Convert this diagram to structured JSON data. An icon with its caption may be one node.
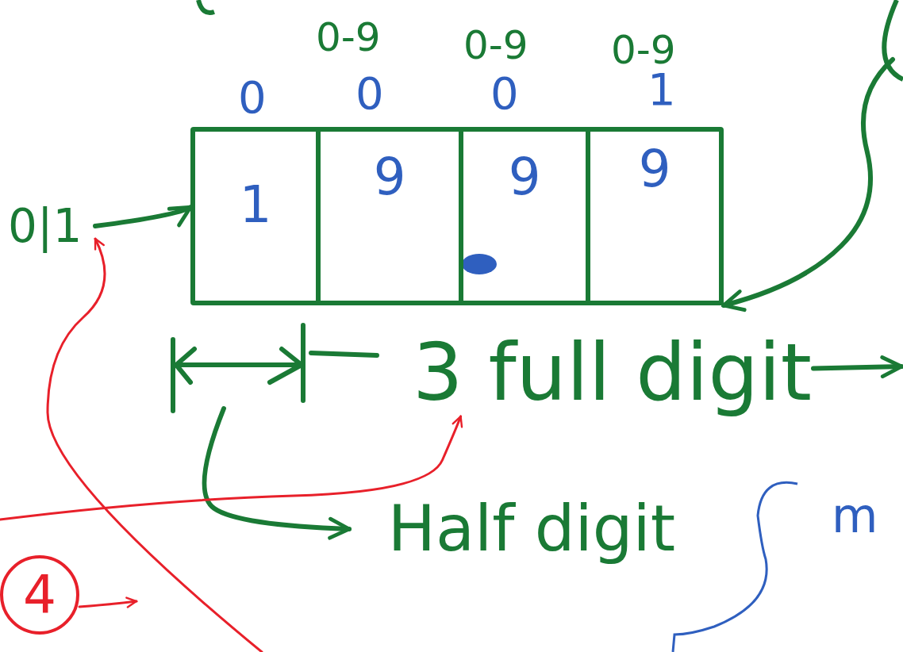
{
  "diagram": {
    "nodes": [
      {
        "text": [
          "0|1"
        ]
      },
      {
        "text": [],
        "shape": "box"
      },
      {
        "text": [
          "1"
        ],
        "in": 1
      },
      {
        "text": [
          "9"
        ],
        "in": 1
      },
      {
        "text": [
          "9"
        ],
        "in": 1
      },
      {
        "text": [
          "9"
        ],
        "in": 1
      },
      {
        "text": [
          "3 full digit"
        ]
      },
      {
        "text": [
          "Half digit"
        ]
      },
      {
        "text": [
          "4"
        ]
      }
    ],
    "edges": [
      {
        "from": 0,
        "to": 1,
        "arrow": "to"
      },
      {
        "from": null,
        "to": 1,
        "arrow": "to"
      },
      {
        "from": null,
        "to": 7,
        "arrow": "to"
      },
      {
        "from": 6,
        "to": null,
        "arrow": "to"
      },
      {
        "from": null,
        "to": 0,
        "arrow": "to",
        "color": "#e8202a"
      },
      {
        "from": null,
        "to": 6,
        "arrow": "to",
        "color": "#e8202a"
      },
      {
        "from": 8,
        "to": null,
        "arrow": "to",
        "color": "#e8202a"
      }
    ],
    "labels": [
      "0-9",
      "0-9",
      "0-9",
      "0",
      "0",
      "0",
      "1",
      "m"
    ]
  }
}
